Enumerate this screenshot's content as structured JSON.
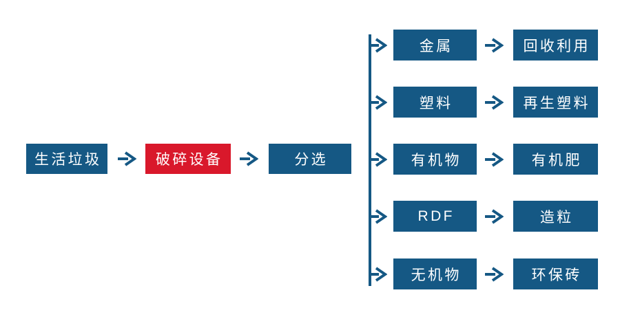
{
  "diagram": {
    "type": "flowchart",
    "colors": {
      "node_blue": "#155884",
      "highlight_red": "#d9182b",
      "text": "#ffffff"
    },
    "icons": {
      "arrow_right_icon": "→"
    },
    "main_flow": {
      "source": {
        "label": "生活垃圾"
      },
      "process": {
        "label": "破碎设备"
      },
      "sorter": {
        "label": "分选"
      }
    },
    "branches": [
      {
        "category": "金属",
        "result": "回收利用"
      },
      {
        "category": "塑料",
        "result": "再生塑料"
      },
      {
        "category": "有机物",
        "result": "有机肥"
      },
      {
        "category": "RDF",
        "result": "造粒"
      },
      {
        "category": "无机物",
        "result": "环保砖"
      }
    ]
  }
}
